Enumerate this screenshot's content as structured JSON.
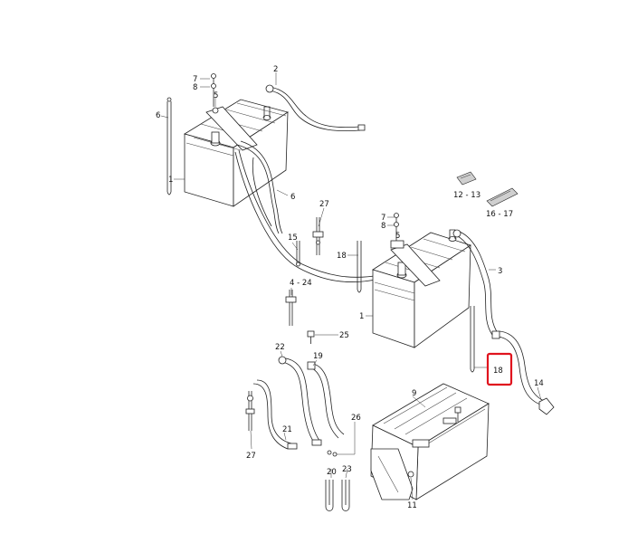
{
  "labels": {
    "l1a": "1",
    "l1b": "1",
    "l2": "2",
    "l3": "3",
    "l4_24": "4 - 24",
    "l5a": "5",
    "l5b": "5",
    "l6a": "6",
    "l6b": "6",
    "l7a": "7",
    "l7b": "7",
    "l8a": "8",
    "l8b": "8",
    "l9": "9",
    "l11": "11",
    "l12_13": "12 - 13",
    "l14": "14",
    "l15": "15",
    "l16_17": "16 - 17",
    "l18a": "18",
    "l18b": "18",
    "l19": "19",
    "l20": "20",
    "l21": "21",
    "l22": "22",
    "l23": "23",
    "l25": "25",
    "l26": "26",
    "l27a": "27",
    "l27b": "27"
  },
  "colors": {
    "highlight": "#e0141e",
    "line": "#222222",
    "shade": "#cfcfcf"
  }
}
